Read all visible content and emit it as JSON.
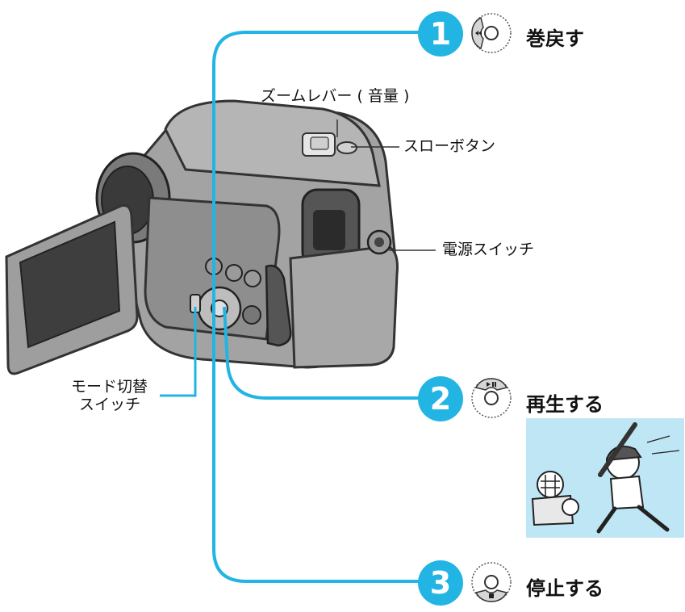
{
  "callouts": {
    "zoom_lever": "ズームレバー ( 音量 )",
    "slow_button": "スローボタン",
    "power_switch": "電源スイッチ",
    "mode_switch_line1": "モード切替",
    "mode_switch_line2": "スイッチ"
  },
  "steps": [
    {
      "number": "1",
      "label": "巻戻す",
      "icon": "rewind-pad-icon"
    },
    {
      "number": "2",
      "label": "再生する",
      "icon": "play-pause-pad-icon"
    },
    {
      "number": "3",
      "label": "停止する",
      "icon": "stop-pad-icon"
    }
  ],
  "colors": {
    "accent": "#22b5e3",
    "camera_body": "#9a9a9a",
    "camera_dark": "#4a4a4a",
    "lcd": "#3e3e3e",
    "scene_sky": "#bfe6f5"
  },
  "illustration": {
    "scene": "baseball-batter-and-catcher"
  }
}
